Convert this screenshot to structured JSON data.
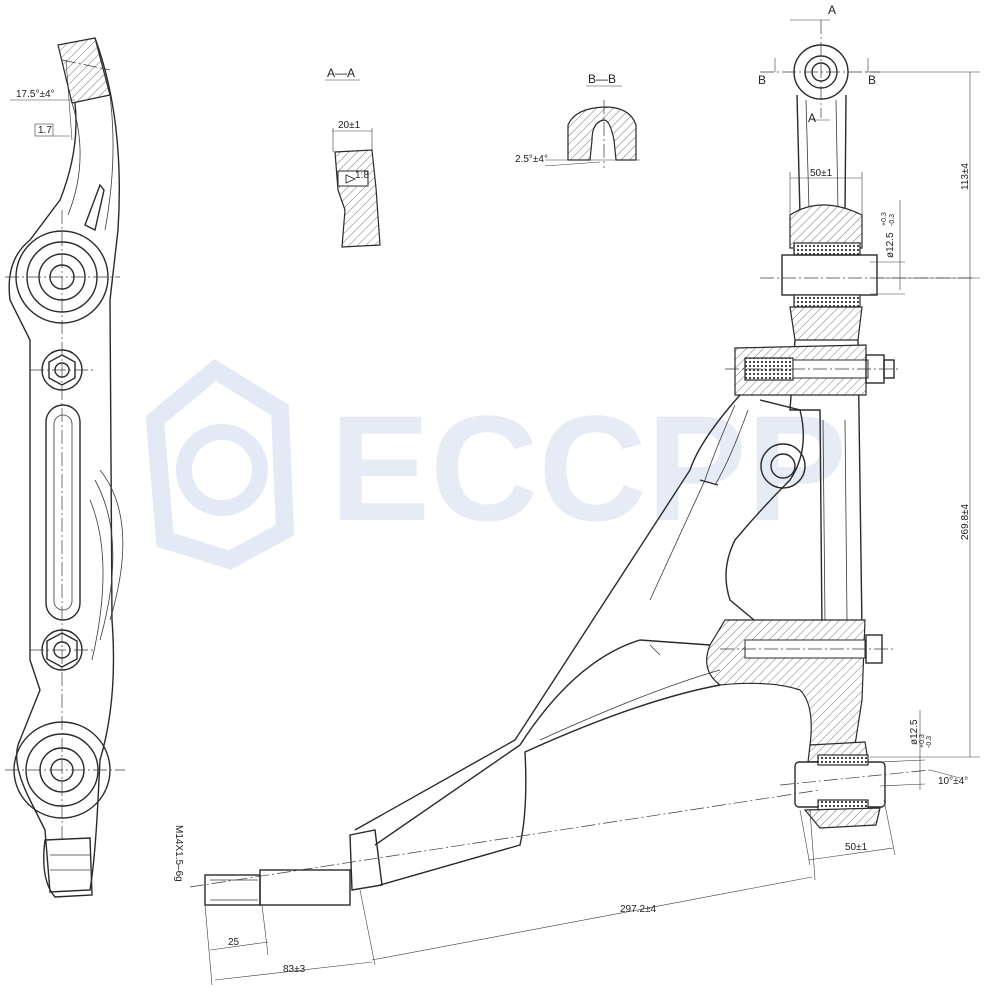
{
  "watermark": "ECCPP",
  "sections": {
    "aa": "A—A",
    "bb": "B—B"
  },
  "markers": {
    "a_top": "A",
    "a_bottom": "A",
    "b_left": "B",
    "b_right": "B"
  },
  "dimensions": {
    "angle_17_5": "17.5°±4°",
    "box_1_7": "1.7",
    "aa_width": "20±1",
    "aa_slope": "1:8",
    "bb_angle": "2.5°±4°",
    "top_width": "50±1",
    "top_bore": "ø12.5",
    "top_bore_tol_upper": "+0.3",
    "top_bore_tol_lower": "-0.3",
    "height_113": "113±4",
    "height_269": "269.8±4",
    "bottom_bore": "ø12.5",
    "bottom_bore_tol_upper": "+0.3",
    "bottom_bore_tol_lower": "-0.3",
    "angle_10": "10°±4°",
    "bottom_width": "50±1",
    "thread": "M14X1.5–6g",
    "stud_len": "25",
    "len_83": "83±3",
    "len_297": "297.2±4"
  }
}
